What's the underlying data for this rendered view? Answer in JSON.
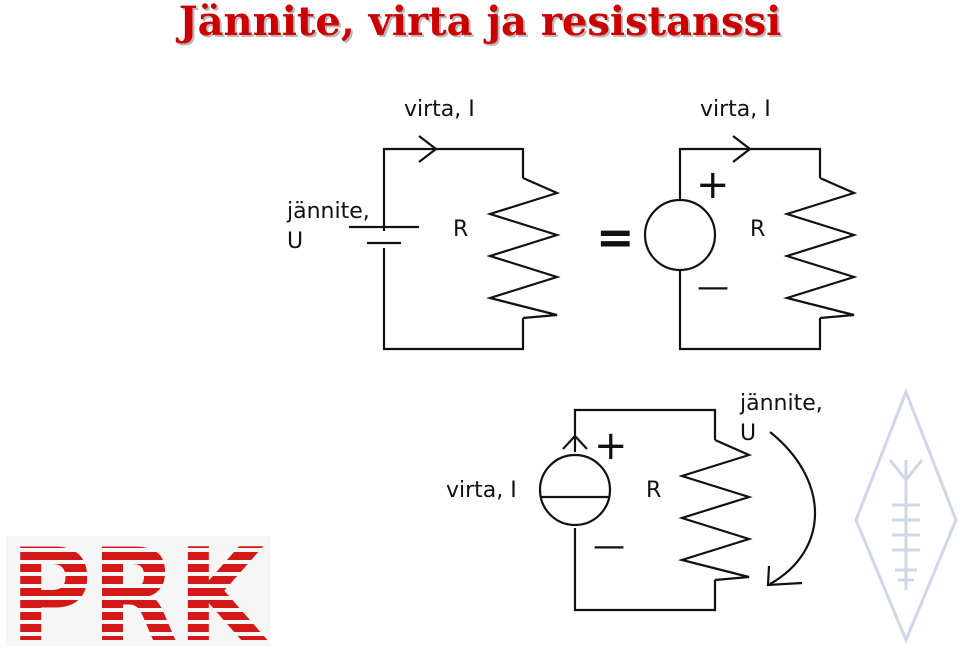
{
  "title": "Jännite, virta ja resistanssi",
  "colors": {
    "title": "#cc0000",
    "line": "#111111",
    "logo_red": "#d41818",
    "logo_bg": "#f6f6f6",
    "emblem": "#cdd7ec"
  },
  "circuit1": {
    "current_label": "virta, I",
    "voltage_label_line1": "jännite,",
    "voltage_label_line2": "U",
    "resistor_label": "R"
  },
  "equals_sign": "=",
  "circuit2": {
    "current_label": "virta, I",
    "resistor_label": "R",
    "plus_sign": "+",
    "minus_sign": "—"
  },
  "circuit3": {
    "current_label": "virta, I",
    "resistor_label": "R",
    "voltage_label_line1": "jännite,",
    "voltage_label_line2": "U",
    "plus_sign": "+",
    "minus_sign": "—"
  },
  "icons": {
    "logo": "prk-logo",
    "emblem": "radio-amateur-diamond-emblem"
  }
}
